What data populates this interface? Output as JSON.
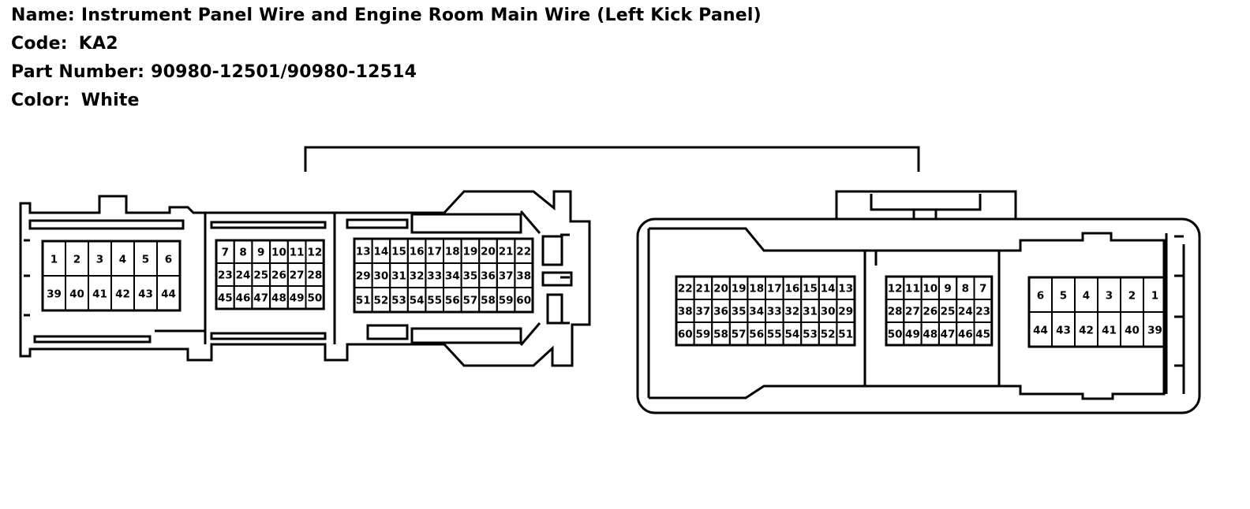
{
  "info": {
    "name_label": "Name:",
    "name_value": "Instrument Panel Wire and Engine Room Main Wire (Left Kick Panel)",
    "code_label": "Code:",
    "code_value": "KA2",
    "part_label": "Part Number:",
    "part_value": "90980-12501/90980-12514",
    "color_label": "Color:",
    "color_value": "White"
  },
  "left_connector": {
    "groupA": [
      [
        "1",
        "2",
        "3",
        "4",
        "5",
        "6"
      ],
      [
        "39",
        "40",
        "41",
        "42",
        "43",
        "44"
      ]
    ],
    "groupB": [
      [
        "7",
        "8",
        "9",
        "10",
        "11",
        "12"
      ],
      [
        "23",
        "24",
        "25",
        "26",
        "27",
        "28"
      ],
      [
        "45",
        "46",
        "47",
        "48",
        "49",
        "50"
      ]
    ],
    "groupC": [
      [
        "13",
        "14",
        "15",
        "16",
        "17",
        "18",
        "19",
        "20",
        "21",
        "22"
      ],
      [
        "29",
        "30",
        "31",
        "32",
        "33",
        "34",
        "35",
        "36",
        "37",
        "38"
      ],
      [
        "51",
        "52",
        "53",
        "54",
        "55",
        "56",
        "57",
        "58",
        "59",
        "60"
      ]
    ]
  },
  "right_connector": {
    "groupA": [
      [
        "22",
        "21",
        "20",
        "19",
        "18",
        "17",
        "16",
        "15",
        "14",
        "13"
      ],
      [
        "38",
        "37",
        "36",
        "35",
        "34",
        "33",
        "32",
        "31",
        "30",
        "29"
      ],
      [
        "60",
        "59",
        "58",
        "57",
        "56",
        "55",
        "54",
        "53",
        "52",
        "51"
      ]
    ],
    "groupB": [
      [
        "12",
        "11",
        "10",
        "9",
        "8",
        "7"
      ],
      [
        "28",
        "27",
        "26",
        "25",
        "24",
        "23"
      ],
      [
        "50",
        "49",
        "48",
        "47",
        "46",
        "45"
      ]
    ],
    "groupC": [
      [
        "6",
        "5",
        "4",
        "3",
        "2",
        "1"
      ],
      [
        "44",
        "43",
        "42",
        "41",
        "40",
        "39"
      ]
    ]
  }
}
